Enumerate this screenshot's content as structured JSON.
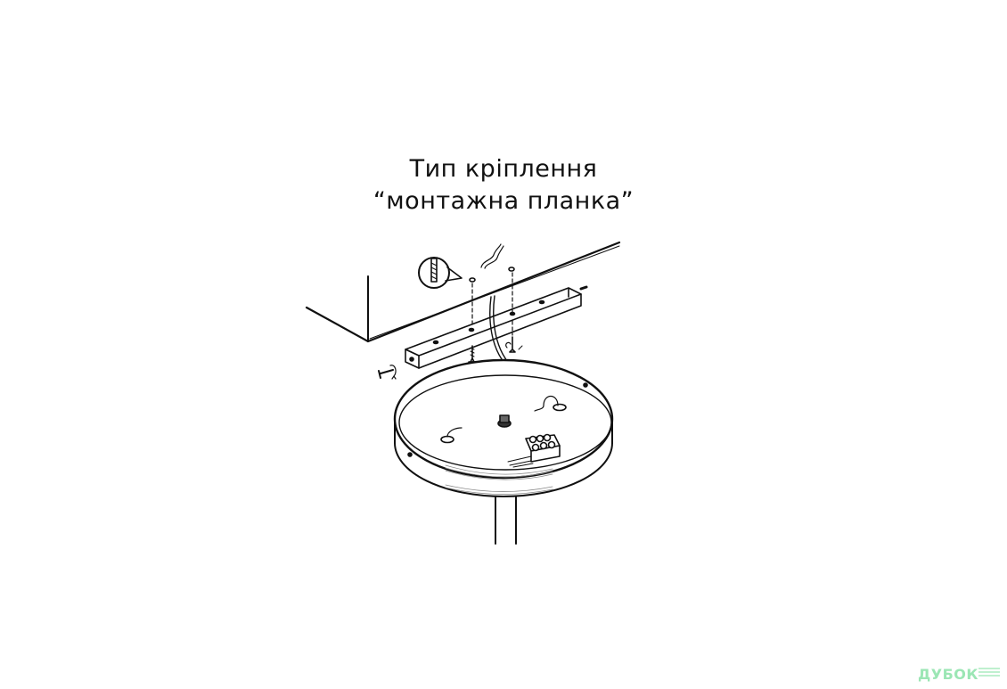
{
  "title": {
    "line1": "Тип кріплення",
    "line2": "“монтажна планка”"
  },
  "watermark": {
    "brand": "ДУБОК",
    "color": "#9be6b4"
  },
  "colors": {
    "line": "#111111",
    "background": "#ffffff"
  }
}
